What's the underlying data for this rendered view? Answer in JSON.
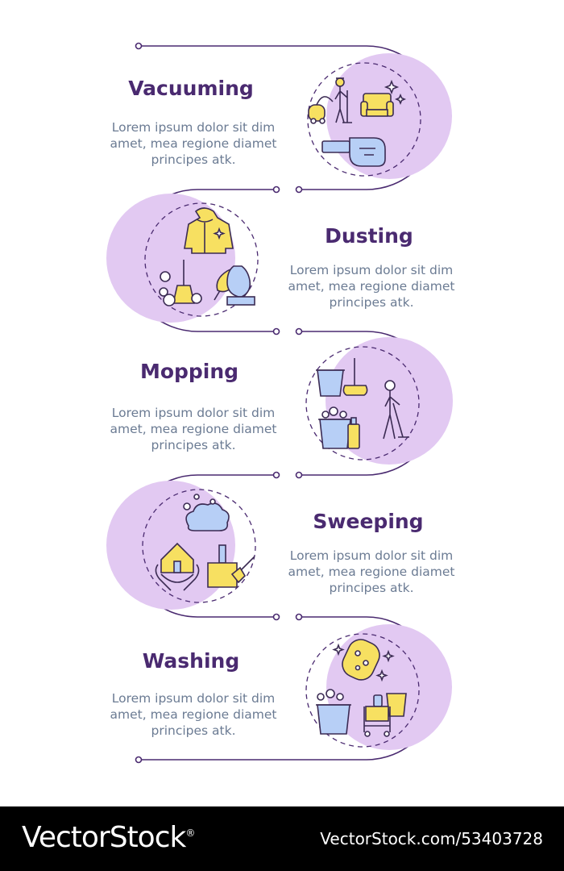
{
  "colors": {
    "line": "#4a2a70",
    "circle_fill": "#e2c9f2",
    "icon_yellow": "#f7e061",
    "icon_blue": "#b7cff6",
    "icon_outline": "#3b2b53",
    "title": "#4a2a70",
    "description": "#6b7b93"
  },
  "steps": [
    {
      "title": "Vacuuming",
      "description_lines": [
        "Lorem ipsum dolor sit dim",
        "amet, mea regione diamet",
        "principes atk."
      ],
      "icons": [
        "cleaner-person-icon",
        "vacuum-cleaner-icon",
        "sparkling-armchair-icon",
        "handheld-vacuum-icon"
      ]
    },
    {
      "title": "Dusting",
      "description_lines": [
        "Lorem ipsum dolor sit dim",
        "amet, mea regione diamet",
        "principes atk."
      ],
      "icons": [
        "sparkling-jacket-icon",
        "broom-dust-icon",
        "feather-duster-vase-icon"
      ]
    },
    {
      "title": "Mopping",
      "description_lines": [
        "Lorem ipsum dolor sit dim",
        "amet, mea regione diamet",
        "principes atk."
      ],
      "icons": [
        "bucket-mop-icon",
        "soapy-bucket-icon",
        "person-mopping-icon"
      ]
    },
    {
      "title": "Sweeping",
      "description_lines": [
        "Lorem ipsum dolor sit dim",
        "amet, mea regione diamet",
        "principes atk."
      ],
      "icons": [
        "dust-cloud-icon",
        "house-in-hands-icon",
        "dustpan-brush-icon"
      ]
    },
    {
      "title": "Washing",
      "description_lines": [
        "Lorem ipsum dolor sit dim",
        "amet, mea regione diamet",
        "principes atk."
      ],
      "icons": [
        "sparkling-sponge-icon",
        "soapy-bucket-icon",
        "cleaning-cart-icon"
      ]
    }
  ],
  "footer": {
    "brand": "VectorStock",
    "brand_mark": "®",
    "image_id": "VectorStock.com/53403728"
  }
}
